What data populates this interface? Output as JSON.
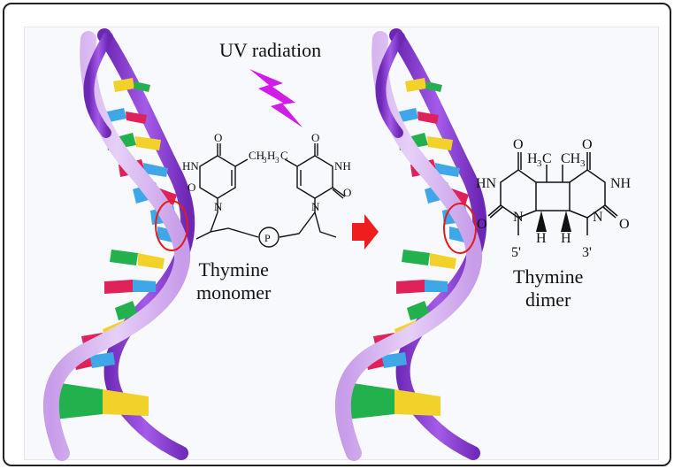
{
  "uv_label": "UV radiation",
  "monomer": {
    "caption_line1": "Thymine",
    "caption_line2": "monomer",
    "atoms": {
      "o": "O",
      "hn": "HN",
      "n": "N",
      "nh": "NH",
      "ch3": "CH",
      "h3c": "H",
      "p": "P"
    }
  },
  "dimer": {
    "caption_line1": "Thymine",
    "caption_line2": "dimer",
    "atoms": {
      "o": "O",
      "hn": "HN",
      "nh": "NH",
      "n": "N",
      "h": "H",
      "five_prime": "5'",
      "three_prime": "3'",
      "h3c": "H",
      "ch3": "CH",
      "sub3": "3"
    }
  },
  "colors": {
    "backbone_light": "#d9b8f0",
    "backbone_dark": "#8e3fd6",
    "lightning": "#d21be8",
    "arrow": "#ef1d1d",
    "highlight_circle": "#e31b1b",
    "base_green": "#23b14d",
    "base_yellow": "#f2d22a",
    "base_blue": "#3fa7e8",
    "base_red": "#e0225a"
  }
}
